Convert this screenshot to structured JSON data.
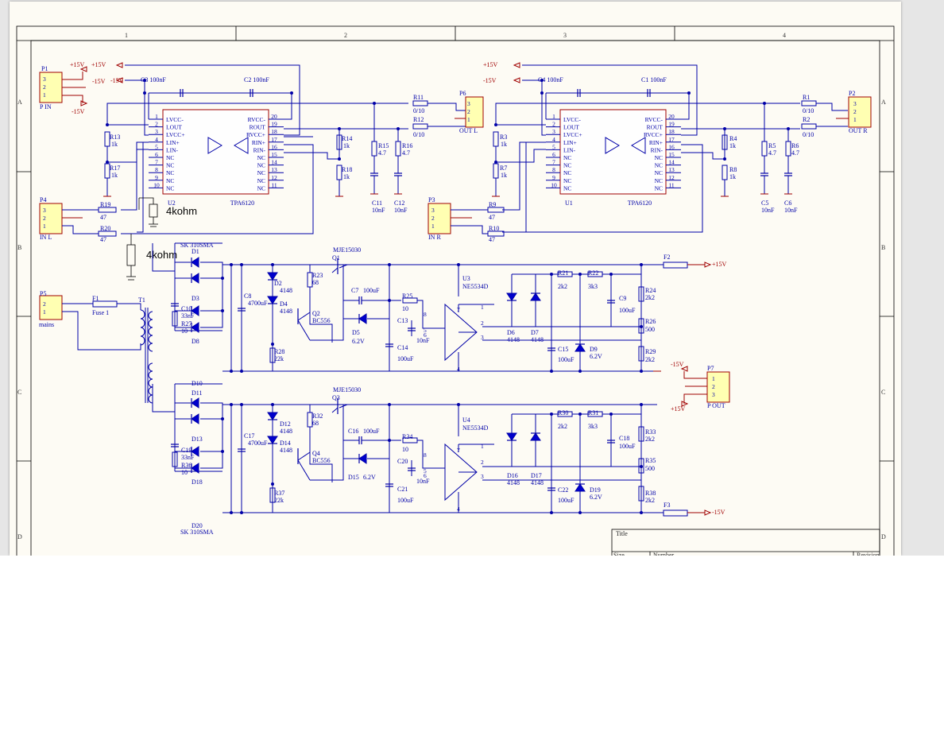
{
  "zones": {
    "cols": [
      "1",
      "2",
      "3",
      "4"
    ],
    "rows": [
      "A",
      "B",
      "C",
      "D"
    ]
  },
  "title_block": {
    "title_label": "Title",
    "size_label": "Size",
    "number_label": "Number",
    "revision_label": "Revision"
  },
  "annotations": {
    "note1": "4kohm",
    "note2": "4kohm"
  },
  "power": {
    "p15": "+15V",
    "m15": "-15V"
  },
  "amp_left": {
    "chip_ref": "U2",
    "chip_name": "TPA6120",
    "cap_top_left": "C3  100nF",
    "cap_top_right": "C2     100nF",
    "pins_left": [
      "LVCC-",
      "LOUT",
      "LVCC+",
      "LIN+",
      "LIN-",
      "NC",
      "NC",
      "NC",
      "NC",
      "NC"
    ],
    "pins_right": [
      "RVCC-",
      "ROUT",
      "RVCC+",
      "RIN+",
      "RIN-",
      "NC",
      "NC",
      "NC",
      "NC",
      "NC"
    ],
    "pin_nums_left": [
      "1",
      "2",
      "3",
      "4",
      "5",
      "6",
      "7",
      "8",
      "9",
      "10"
    ],
    "pin_nums_right": [
      "20",
      "19",
      "18",
      "17",
      "16",
      "15",
      "14",
      "13",
      "12",
      "11"
    ],
    "r13": "R13",
    "r13v": "1k",
    "r17": "R17",
    "r17v": "1k",
    "r14": "R14",
    "r14v": "1k",
    "r18": "R18",
    "r18v": "1k",
    "r15": "R15",
    "r15v": "4.7",
    "r16": "R16",
    "r16v": "4.7",
    "c11": "C11",
    "c11v": "10nF",
    "c12": "C12",
    "c12v": "10nF",
    "r11": "R11",
    "r11v": "0/10",
    "r12": "R12",
    "r12v": "0/10",
    "r19": "R19",
    "r19v": "47",
    "r20": "R20",
    "r20v": "47",
    "p1": "P1",
    "p1_label": "P IN",
    "p6": "P6",
    "p6_label": "OUT L",
    "p4": "P4",
    "p4_label": "IN L"
  },
  "amp_right": {
    "chip_ref": "U1",
    "chip_name": "TPA6120",
    "cap_top_left": "C4  100nF",
    "cap_top_right": "C1  100nF",
    "r3": "R3",
    "r3v": "1k",
    "r7": "R7",
    "r7v": "1k",
    "r4": "R4",
    "r4v": "1k",
    "r8": "R8",
    "r8v": "1k",
    "r5": "R5",
    "r5v": "4.7",
    "r6": "R6",
    "r6v": "4.7",
    "c5": "C5",
    "c5v": "10nF",
    "c6": "C6",
    "c6v": "10nF",
    "r1": "R1",
    "r1v": "0/10",
    "r2": "R2",
    "r2v": "0/10",
    "r9": "R9",
    "r9v": "47",
    "r10": "R10",
    "r10v": "47",
    "p2": "P2",
    "p2_label": "OUT R",
    "p3": "P3",
    "p3_label": "IN R"
  },
  "psu": {
    "p5": "P5",
    "p5_label": "mains",
    "f1": "F1",
    "f1_label": "Fuse 1",
    "t1": "T1",
    "d1_part": "SK 310SMA",
    "d1": "D1",
    "d3": "D3",
    "d8": "D8",
    "d10": "D10",
    "d11": "D11",
    "d13": "D13",
    "d18": "D18",
    "d20": "D20",
    "d20_part": "SK 310SMA",
    "c10": "C10",
    "c10v": "33nF",
    "r27": "R27",
    "r27v": "10",
    "c19": "C19",
    "c19v": "33nF",
    "r36": "R36",
    "r36v": "10",
    "c8": "C8",
    "c8v": "4700uF",
    "c17": "C17",
    "c17v": "4700uF",
    "d2": "D2",
    "d2v": "4148",
    "d4": "D4",
    "d4v": "4148",
    "d12": "D12",
    "d12v": "4148",
    "d14": "D14",
    "d14v": "4148",
    "r23": "R23",
    "r23v": "68",
    "r32": "R32",
    "r32v": "68",
    "r28": "R28",
    "r28v": "22k",
    "r37": "R37",
    "r37v": "22k",
    "q1": "Q1",
    "q1_part": "MJE15030",
    "q3": "Q3",
    "q3_part": "MJE15030",
    "q2": "Q2",
    "q2_part": "BC556",
    "q4": "Q4",
    "q4_part": "BC556",
    "c7": "C7",
    "c7v": "100uF",
    "c16": "C16",
    "c16v": "100uF",
    "d5": "D5",
    "d5v": "6.2V",
    "d15": "D15",
    "d15v": "6.2V",
    "r25": "R25",
    "r25v": "10",
    "r34": "R34",
    "r34v": "10",
    "c13": "C13",
    "c13v": "10nF",
    "c20": "C20",
    "c20v": "10nF",
    "c14": "C14",
    "c14v": "100uF",
    "c21": "C21",
    "c21v": "100uF",
    "u3": "U3",
    "u3_part": "NE5534D",
    "u4": "U4",
    "u4_part": "NE5534D",
    "d6": "D6",
    "d6v": "4148",
    "d7": "D7",
    "d7v": "4148",
    "d16": "D16",
    "d16v": "4148",
    "d17": "D17",
    "d17v": "4148",
    "r21": "R21",
    "r21v": "2k2",
    "r22": "R22",
    "r22v": "3k3",
    "r30": "R30",
    "r30v": "2k2",
    "r31": "R31",
    "r31v": "3k3",
    "c9": "C9",
    "c9v": "100uF",
    "c18": "C18",
    "c18v": "100uF",
    "c15": "C15",
    "c15v": "100uF",
    "c22": "C22",
    "c22v": "100uF",
    "d9": "D9",
    "d9v": "6.2V",
    "d19": "D19",
    "d19v": "6.2V",
    "r24": "R24",
    "r24v": "2k2",
    "r26": "R26",
    "r26v": "500",
    "r29": "R29",
    "r29v": "2k2",
    "r33": "R33",
    "r33v": "2k2",
    "r35": "R35",
    "r35v": "500",
    "r38": "R38",
    "r38v": "2k2",
    "f2": "F2",
    "f3": "F3",
    "p7": "P7",
    "p7_label": "P OUT",
    "opamp_pins": [
      "1",
      "2",
      "3",
      "4",
      "5",
      "6",
      "7",
      "8"
    ]
  }
}
